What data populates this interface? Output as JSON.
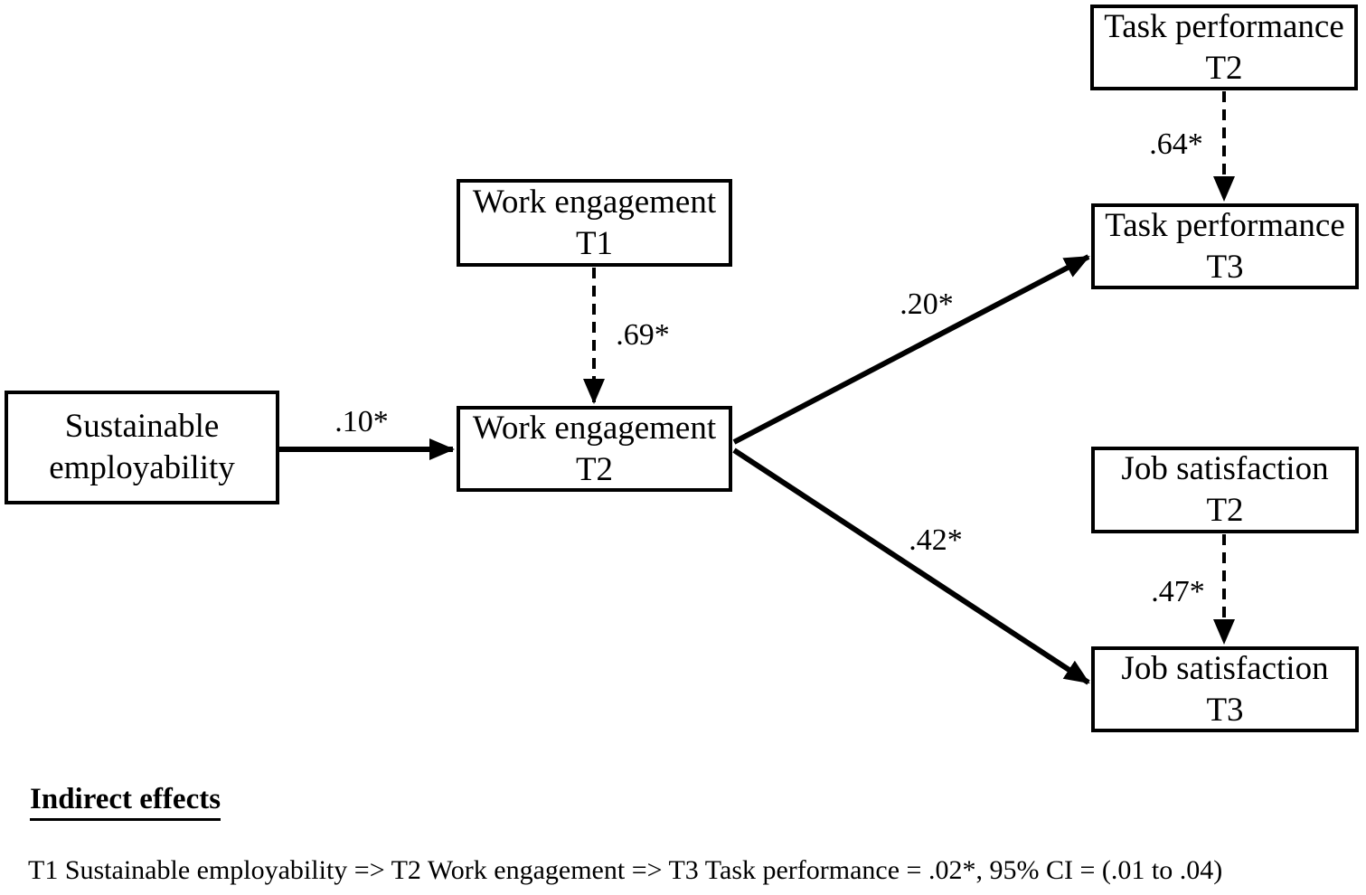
{
  "figure": {
    "type": "path-model-diagram",
    "background_color": "#ffffff",
    "line_color": "#000000",
    "text_color": "#000000"
  },
  "nodes": {
    "sustainable_employability": {
      "line1": "Sustainable",
      "line2": "employability"
    },
    "work_engagement_t1": {
      "line1": "Work engagement",
      "line2": "T1"
    },
    "work_engagement_t2": {
      "line1": "Work engagement",
      "line2": "T2"
    },
    "task_performance_t2": {
      "line1": "Task performance",
      "line2": "T2"
    },
    "task_performance_t3": {
      "line1": "Task performance",
      "line2": "T3"
    },
    "job_satisfaction_t2": {
      "line1": "Job satisfaction",
      "line2": "T2"
    },
    "job_satisfaction_t3": {
      "line1": "Job satisfaction",
      "line2": "T3"
    }
  },
  "edges": [
    {
      "from": "sustainable_employability",
      "to": "work_engagement_t2",
      "style": "solid",
      "coefficient": ".10*"
    },
    {
      "from": "work_engagement_t1",
      "to": "work_engagement_t2",
      "style": "dashed",
      "coefficient": ".69*"
    },
    {
      "from": "task_performance_t2",
      "to": "task_performance_t3",
      "style": "dashed",
      "coefficient": ".64*"
    },
    {
      "from": "work_engagement_t2",
      "to": "task_performance_t3",
      "style": "solid",
      "coefficient": ".20*"
    },
    {
      "from": "work_engagement_t2",
      "to": "job_satisfaction_t3",
      "style": "solid",
      "coefficient": ".42*"
    },
    {
      "from": "job_satisfaction_t2",
      "to": "job_satisfaction_t3",
      "style": "dashed",
      "coefficient": ".47*"
    }
  ],
  "footer": {
    "heading": "Indirect effects",
    "line1": "T1 Sustainable employability => T2 Work engagement => T3 Task performance = .02*, 95% CI = (.01 to .04)"
  }
}
